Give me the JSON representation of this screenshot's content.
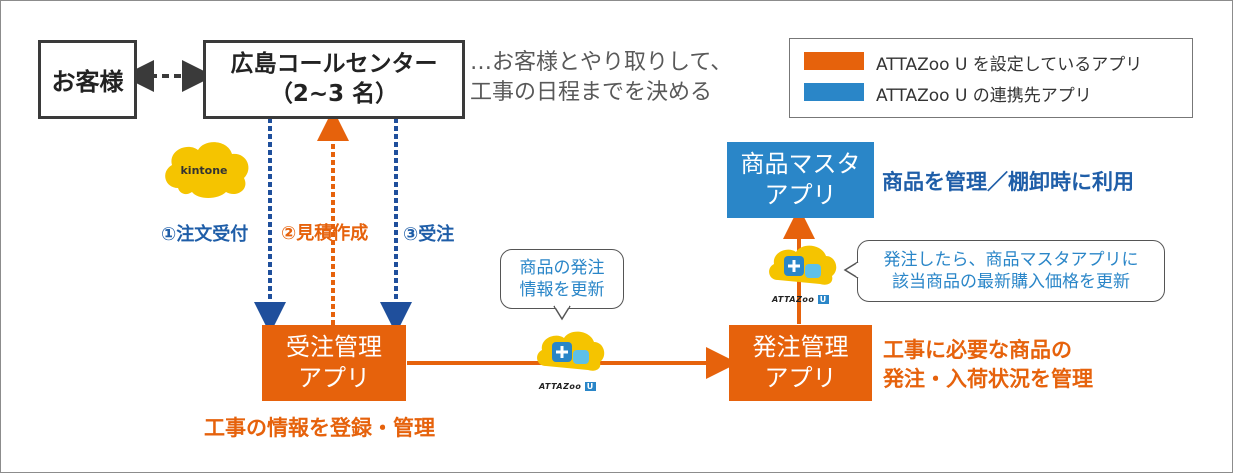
{
  "customer": {
    "label": "お客様"
  },
  "callcenter": {
    "line1": "広島コールセンター",
    "line2": "（2~3 名）"
  },
  "callcenter_note": {
    "line1": "…お客様とやり取りして、",
    "line2": "工事の日程までを決める"
  },
  "legend": {
    "items": [
      {
        "label": "ATTAZoo U を設定しているアプリ",
        "color": "#e6620c"
      },
      {
        "label": "ATTAZoo U の連携先アプリ",
        "color": "#2a86c8"
      }
    ]
  },
  "kintone": {
    "label": "kintone"
  },
  "flows": {
    "step1": "①注文受付",
    "step2": "②見積作成",
    "step3": "③受注"
  },
  "order_app": {
    "line1": "受注管理",
    "line2": "アプリ",
    "caption": "工事の情報を登録・管理"
  },
  "purchase_app": {
    "line1": "発注管理",
    "line2": "アプリ",
    "caption_line1": "工事に必要な商品の",
    "caption_line2": "発注・入荷状況を管理"
  },
  "product_app": {
    "line1": "商品マスタ",
    "line2": "アプリ",
    "caption": "商品を管理／棚卸時に利用"
  },
  "bubble_left": {
    "line1": "商品の発注",
    "line2": "情報を更新"
  },
  "bubble_right": {
    "line1": "発注したら、商品マスタアプリに",
    "line2": "該当商品の最新購入価格を更新"
  },
  "attazoo": {
    "label": "ATTAZoo",
    "badge": "U"
  },
  "colors": {
    "orange": "#e6620c",
    "blue": "#2a86c8",
    "navy": "#1f4f9c",
    "dark": "#3a3a3a"
  }
}
